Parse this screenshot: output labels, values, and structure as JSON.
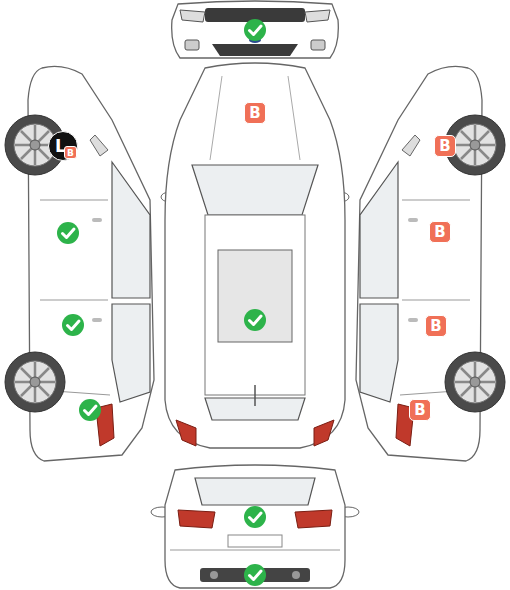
{
  "diagram": {
    "nodes": [
      {
        "text": [
          "B"
        ]
      },
      {
        "text": [
          "L"
        ]
      },
      {
        "text": [
          "B"
        ],
        "in": 1
      },
      {
        "text": [
          "B"
        ]
      },
      {
        "text": [
          "B"
        ]
      },
      {
        "text": [
          "B"
        ]
      },
      {
        "text": [
          "B"
        ]
      }
    ]
  }
}
